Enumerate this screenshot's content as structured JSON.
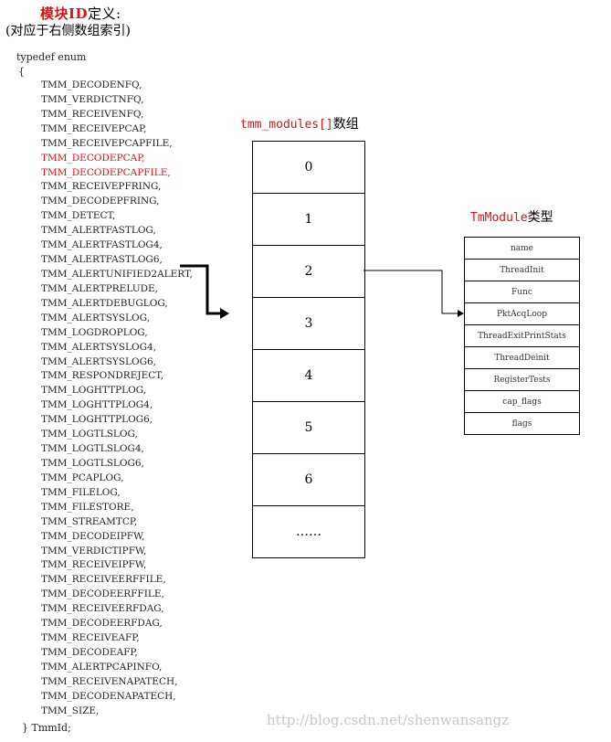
{
  "title": {
    "red_part": "模块ID",
    "black_part": "定义:",
    "subtitle": "(对应于右侧数组索引)"
  },
  "code": {
    "typedef_line": "typedef enum",
    "open_brace": "{",
    "close_line": "} TmmId;",
    "entries": [
      {
        "text": "TMM_DECODENFQ,",
        "highlight": false
      },
      {
        "text": "TMM_VERDICTNFQ,",
        "highlight": false
      },
      {
        "text": "TMM_RECEIVENFQ,",
        "highlight": false
      },
      {
        "text": "TMM_RECEIVEPCAP,",
        "highlight": false
      },
      {
        "text": "TMM_RECEIVEPCAPFILE,",
        "highlight": false
      },
      {
        "text": "TMM_DECODEPCAP,",
        "highlight": true
      },
      {
        "text": "TMM_DECODEPCAPFILE,",
        "highlight": true
      },
      {
        "text": "TMM_RECEIVEPFRING,",
        "highlight": false
      },
      {
        "text": "TMM_DECODEPFRING,",
        "highlight": false
      },
      {
        "text": "TMM_DETECT,",
        "highlight": false
      },
      {
        "text": "TMM_ALERTFASTLOG,",
        "highlight": false
      },
      {
        "text": "TMM_ALERTFASTLOG4,",
        "highlight": false
      },
      {
        "text": "TMM_ALERTFASTLOG6,",
        "highlight": false
      },
      {
        "text": "TMM_ALERTUNIFIED2ALERT,",
        "highlight": false
      },
      {
        "text": "TMM_ALERTPRELUDE,",
        "highlight": false
      },
      {
        "text": "TMM_ALERTDEBUGLOG,",
        "highlight": false
      },
      {
        "text": "TMM_ALERTSYSLOG,",
        "highlight": false
      },
      {
        "text": "TMM_LOGDROPLOG,",
        "highlight": false
      },
      {
        "text": "TMM_ALERTSYSLOG4,",
        "highlight": false
      },
      {
        "text": "TMM_ALERTSYSLOG6,",
        "highlight": false
      },
      {
        "text": "TMM_RESPONDREJECT,",
        "highlight": false
      },
      {
        "text": "TMM_LOGHTTPLOG,",
        "highlight": false
      },
      {
        "text": "TMM_LOGHTTPLOG4,",
        "highlight": false
      },
      {
        "text": "TMM_LOGHTTPLOG6,",
        "highlight": false
      },
      {
        "text": "TMM_LOGTLSLOG,",
        "highlight": false
      },
      {
        "text": "TMM_LOGTLSLOG4,",
        "highlight": false
      },
      {
        "text": "TMM_LOGTLSLOG6,",
        "highlight": false
      },
      {
        "text": "TMM_PCAPLOG,",
        "highlight": false
      },
      {
        "text": "TMM_FILELOG,",
        "highlight": false
      },
      {
        "text": "TMM_FILESTORE,",
        "highlight": false
      },
      {
        "text": "TMM_STREAMTCP,",
        "highlight": false
      },
      {
        "text": "TMM_DECODEIPFW,",
        "highlight": false
      },
      {
        "text": "TMM_VERDICTIPFW,",
        "highlight": false
      },
      {
        "text": "TMM_RECEIVEIPFW,",
        "highlight": false
      },
      {
        "text": "TMM_RECEIVEERFFILE,",
        "highlight": false
      },
      {
        "text": "TMM_DECODEERFFILE,",
        "highlight": false
      },
      {
        "text": "TMM_RECEIVEERFDAG,",
        "highlight": false
      },
      {
        "text": "TMM_DECODEERFDAG,",
        "highlight": false
      },
      {
        "text": "TMM_RECEIVEAFP,",
        "highlight": false
      },
      {
        "text": "TMM_DECODEAFP,",
        "highlight": false
      },
      {
        "text": "TMM_ALERTPCAPINFO,",
        "highlight": false
      },
      {
        "text": "TMM_RECEIVENAPATECH,",
        "highlight": false
      },
      {
        "text": "TMM_DECODENAPATECH,",
        "highlight": false
      },
      {
        "text": "TMM_SIZE,",
        "highlight": false
      }
    ]
  },
  "modules_array": {
    "title_red": "tmm_modules[]",
    "title_black": "数组",
    "cells": [
      "0",
      "1",
      "2",
      "3",
      "4",
      "5",
      "6",
      "……"
    ]
  },
  "tm_module": {
    "title_red": "TmModule",
    "title_black": "类型",
    "fields": [
      "name",
      "ThreadInit",
      "Func",
      "PktAcqLoop",
      "ThreadExitPrintStats",
      "ThreadDeinit",
      "RegisterTests",
      "cap_flags",
      "flags"
    ]
  },
  "watermark": "http://blog.csdn.net/shenwansangz"
}
